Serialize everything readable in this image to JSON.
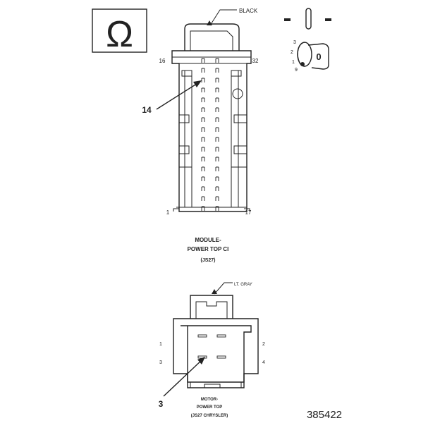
{
  "symbols": {
    "ohm": "Ω"
  },
  "connector_top": {
    "color_callout": "BLACK",
    "pin_label_tl": "16",
    "pin_label_tr": "32",
    "pin_label_bl": "1",
    "pin_label_br": "17",
    "pin_callout": "14",
    "caption_line1": "MODULE-",
    "caption_line2": "POWER TOP CI",
    "caption_line3": "(JS27)"
  },
  "key_view": {
    "label_3": "3",
    "label_2": "2",
    "label_1": "1",
    "label_9": "9",
    "key_char": "0"
  },
  "connector_bottom": {
    "color_callout": "LT. GRAY",
    "pin_label_1": "1",
    "pin_label_2": "2",
    "pin_label_3": "3",
    "pin_label_4": "4",
    "pin_callout": "3",
    "caption_line1": "MOTOR-",
    "caption_line2": "POWER TOP",
    "caption_line3": "(JS27 CHRYSLER)"
  },
  "figure_number": "385422"
}
